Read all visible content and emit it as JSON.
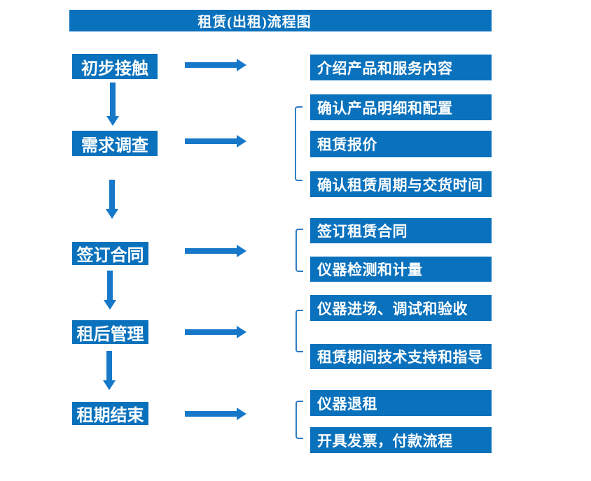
{
  "title": "租赁(出租)流程图",
  "colors": {
    "background": "#ffffff",
    "box_blue": "#0a71bc",
    "arrow_blue": "#1678c9",
    "bracket_blue": "#2f7bc3",
    "text_white": "#ffffff"
  },
  "groups": [
    {
      "step": "初步接触",
      "details": [
        "介绍产品和服务内容"
      ]
    },
    {
      "step": "需求调查",
      "details": [
        "确认产品明细和配置",
        "租赁报价",
        "确认租赁周期与交货时间"
      ]
    },
    {
      "step": "签订合同",
      "details": [
        "签订租赁合同",
        "仪器检测和计量"
      ]
    },
    {
      "step": "租后管理",
      "details": [
        "仪器进场、调试和验收",
        "租赁期间技术支持和指导"
      ]
    },
    {
      "step": "租期结束",
      "details": [
        "仪器退租",
        "开具发票，付款流程"
      ]
    }
  ]
}
